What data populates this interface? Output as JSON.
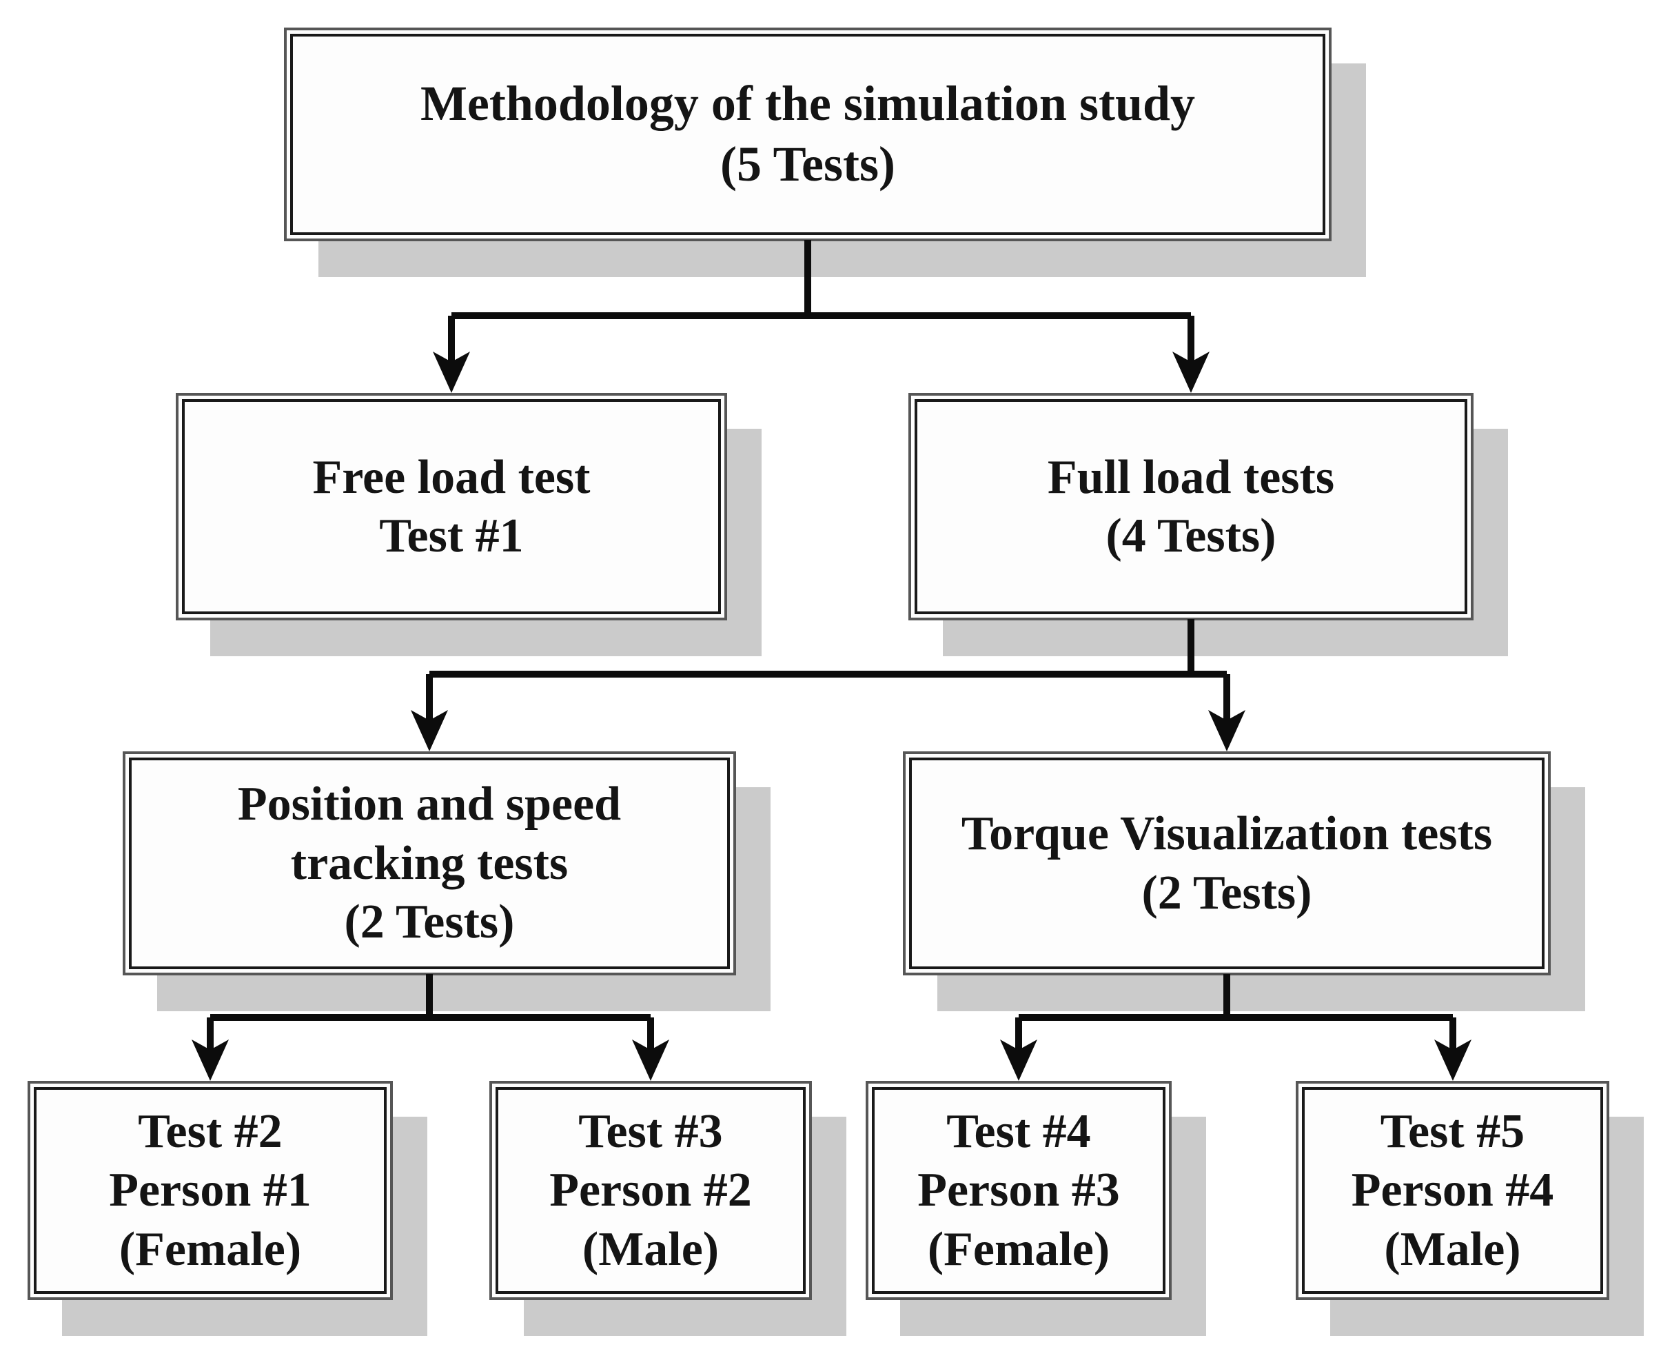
{
  "diagram": {
    "type": "flowchart",
    "title": "Methodology of the simulation study",
    "nodes": [
      {
        "id": "root",
        "level": 1,
        "lines": [
          "Methodology of the simulation study",
          "(5 Tests)"
        ]
      },
      {
        "id": "free-load",
        "level": 2,
        "lines": [
          "Free load test",
          "Test #1"
        ]
      },
      {
        "id": "full-load",
        "level": 2,
        "lines": [
          "Full load tests",
          "(4 Tests)"
        ]
      },
      {
        "id": "pos-speed",
        "level": 3,
        "lines": [
          "Position and speed",
          "tracking tests",
          "(2 Tests)"
        ]
      },
      {
        "id": "torque",
        "level": 3,
        "lines": [
          "Torque Visualization tests",
          "(2 Tests)"
        ]
      },
      {
        "id": "test2",
        "level": 4,
        "lines": [
          "Test #2",
          "Person #1",
          "(Female)"
        ]
      },
      {
        "id": "test3",
        "level": 4,
        "lines": [
          "Test #3",
          "Person #2",
          "(Male)"
        ]
      },
      {
        "id": "test4",
        "level": 4,
        "lines": [
          "Test #4",
          "Person #3",
          "(Female)"
        ]
      },
      {
        "id": "test5",
        "level": 4,
        "lines": [
          "Test #5",
          "Person #4",
          "(Male)"
        ]
      }
    ],
    "edges": [
      {
        "from": "root",
        "to": "free-load"
      },
      {
        "from": "root",
        "to": "full-load"
      },
      {
        "from": "full-load",
        "to": "pos-speed"
      },
      {
        "from": "full-load",
        "to": "torque"
      },
      {
        "from": "pos-speed",
        "to": "test2"
      },
      {
        "from": "pos-speed",
        "to": "test3"
      },
      {
        "from": "torque",
        "to": "test4"
      },
      {
        "from": "torque",
        "to": "test5"
      }
    ],
    "colors": {
      "shadow": "#cbcbcb",
      "line": "#0c0c0c",
      "border_outer": "#565656",
      "border_inner": "#191919",
      "box_fill": "#fdfdfd",
      "text": "#141414",
      "bg": "#ffffff"
    }
  }
}
